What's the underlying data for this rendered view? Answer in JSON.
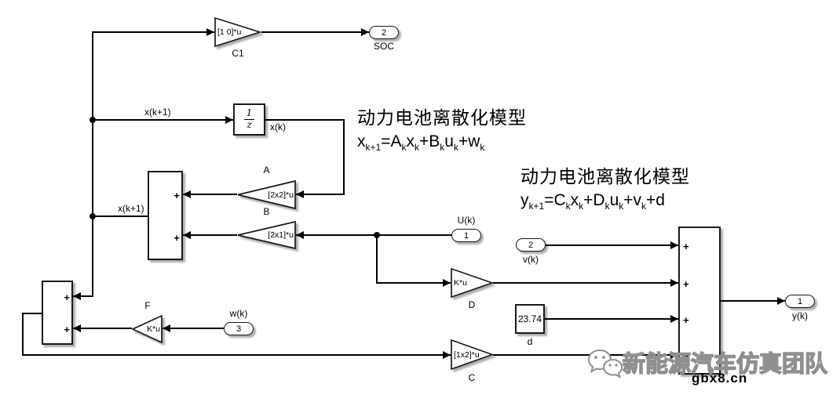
{
  "annotations": {
    "state_model": {
      "title": "动力电池离散化模型",
      "formula": "x_{k+1}=A_{k}x_{k}+B_{k}u_{k}+w_{k}"
    },
    "output_model": {
      "title": "动力电池离散化模型",
      "formula": "y_{k+1}=C_{k}x_{k}+D_{k}u_{k}+v_{k}+d"
    }
  },
  "blocks": {
    "plus": "+",
    "gain_c1": {
      "value": "[1 0]*u",
      "label": "C1"
    },
    "unit_delay": {
      "numerator": "1",
      "denominator": "z"
    },
    "gain_a": {
      "value": "[2x2]*u",
      "label": "A"
    },
    "gain_b": {
      "value": "[2x1]*u",
      "label": "B"
    },
    "gain_d": {
      "value": "K*u",
      "label": "D"
    },
    "gain_f": {
      "value": "K*u",
      "label": "F"
    },
    "gain_c": {
      "value": "[1x2]*u",
      "label": "C"
    },
    "constant_d": {
      "value": "23.74",
      "label": "d"
    }
  },
  "ports": {
    "soc_out": {
      "number": "2",
      "label": "SOC"
    },
    "u_in": {
      "number": "1",
      "label": "U(k)"
    },
    "v_in": {
      "number": "2",
      "label": "v(k)"
    },
    "w_in": {
      "number": "3",
      "label": "w(k)"
    },
    "y_out": {
      "number": "1",
      "label": "y(k)"
    }
  },
  "signals": {
    "x_next_delay": "x(k+1)",
    "x_next_sum": "x(k+1)",
    "x_current": "x(k)"
  },
  "watermark": {
    "text": "新能源汽车仿真团队",
    "url": "gbx8.cn"
  },
  "colors": {
    "line": "#000000",
    "block_fill": "#ffffff",
    "block_border": "#1a1a1a",
    "watermark_gray": "#8f8f8f"
  }
}
